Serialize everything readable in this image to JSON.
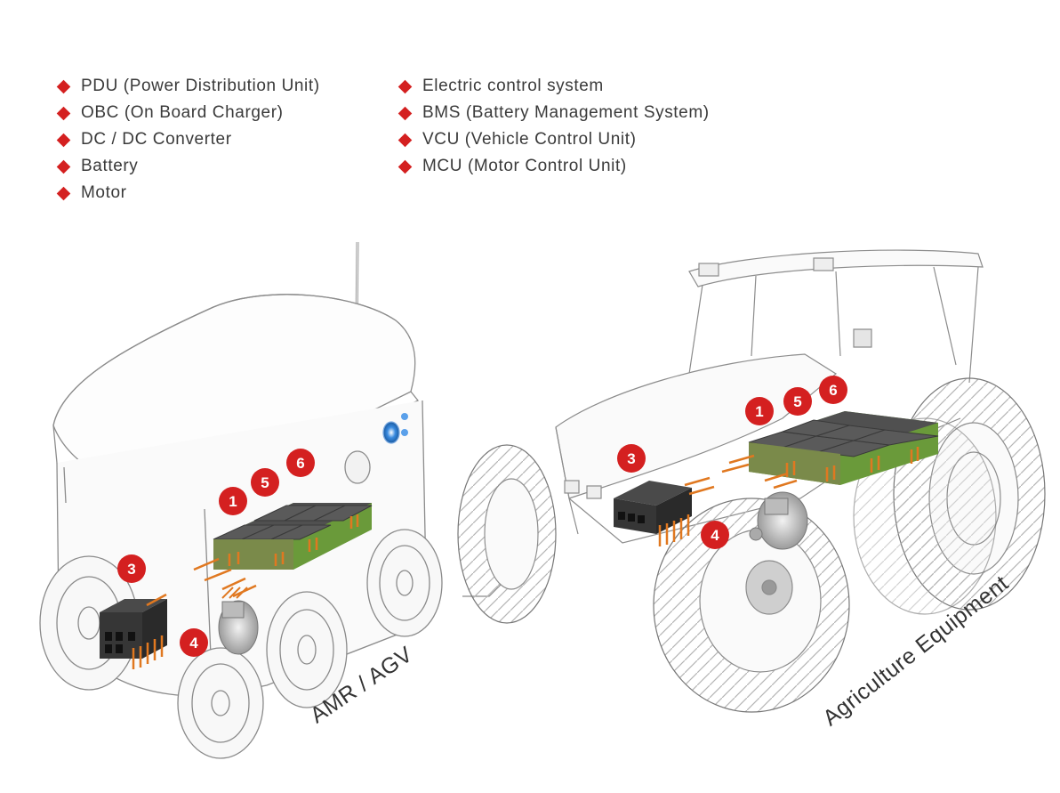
{
  "legend": {
    "col1": [
      "PDU (Power Distribution Unit)",
      "OBC (On Board Charger)",
      "DC / DC Converter",
      "Battery",
      "Motor"
    ],
    "col2": [
      "Electric control system",
      "BMS (Battery Management System)",
      "VCU (Vehicle Control Unit)",
      "MCU (Motor Control Unit)"
    ]
  },
  "captions": {
    "amr": "AMR / AGV",
    "agri": "Agriculture Equipment"
  },
  "markers": {
    "m1": "1",
    "m3": "3",
    "m4": "4",
    "m5": "5",
    "m6": "6"
  },
  "colors": {
    "accent": "#d42020",
    "connector": "#e07820",
    "module_green": "#6a9a3a",
    "module_dark": "#555555",
    "line": "#9a9a9a"
  }
}
